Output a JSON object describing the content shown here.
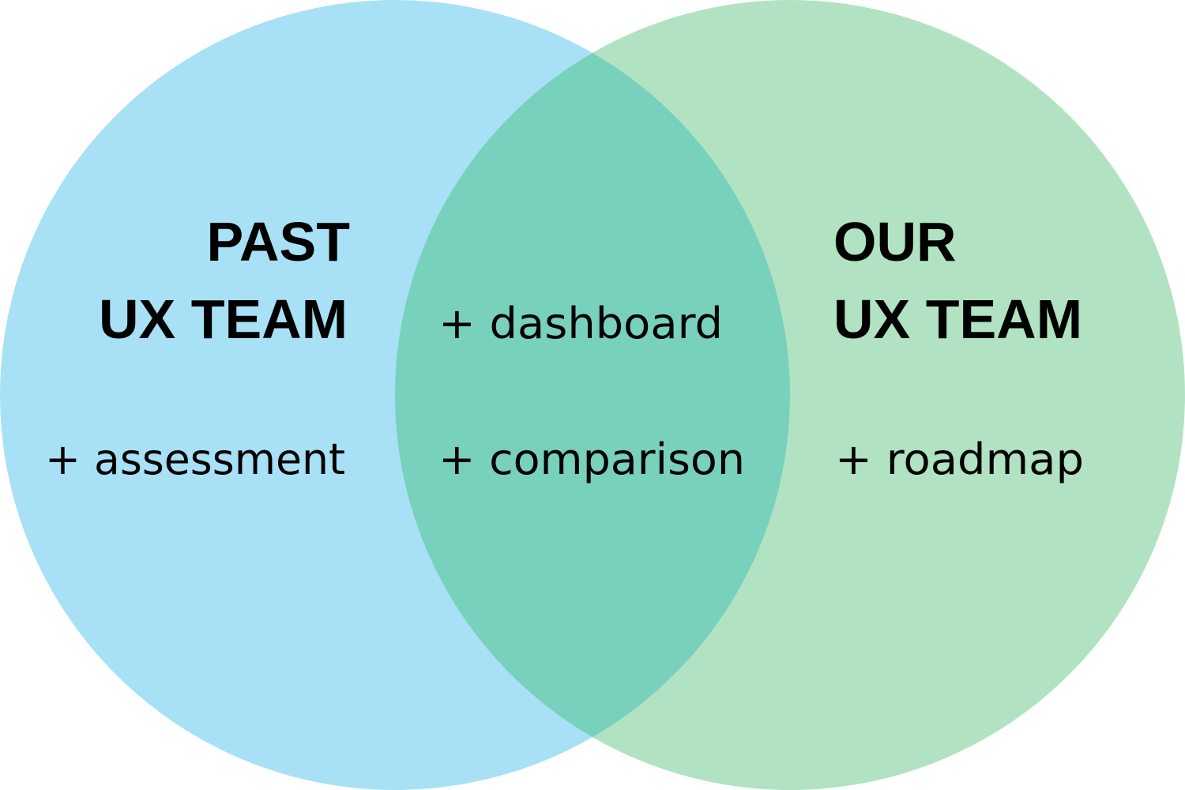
{
  "colors": {
    "left_circle": "#a8e1f6",
    "right_circle": "#b1e3c2",
    "overlap": "#78d1bc",
    "text": "#000000"
  },
  "left": {
    "title_line1": "PAST",
    "title_line2": "UX TEAM",
    "items": [
      "+ assessment"
    ]
  },
  "overlap": {
    "items": [
      "+ dashboard",
      "+ comparison"
    ]
  },
  "right": {
    "title_line1": "OUR",
    "title_line2": "UX TEAM",
    "items": [
      "+ roadmap"
    ]
  }
}
